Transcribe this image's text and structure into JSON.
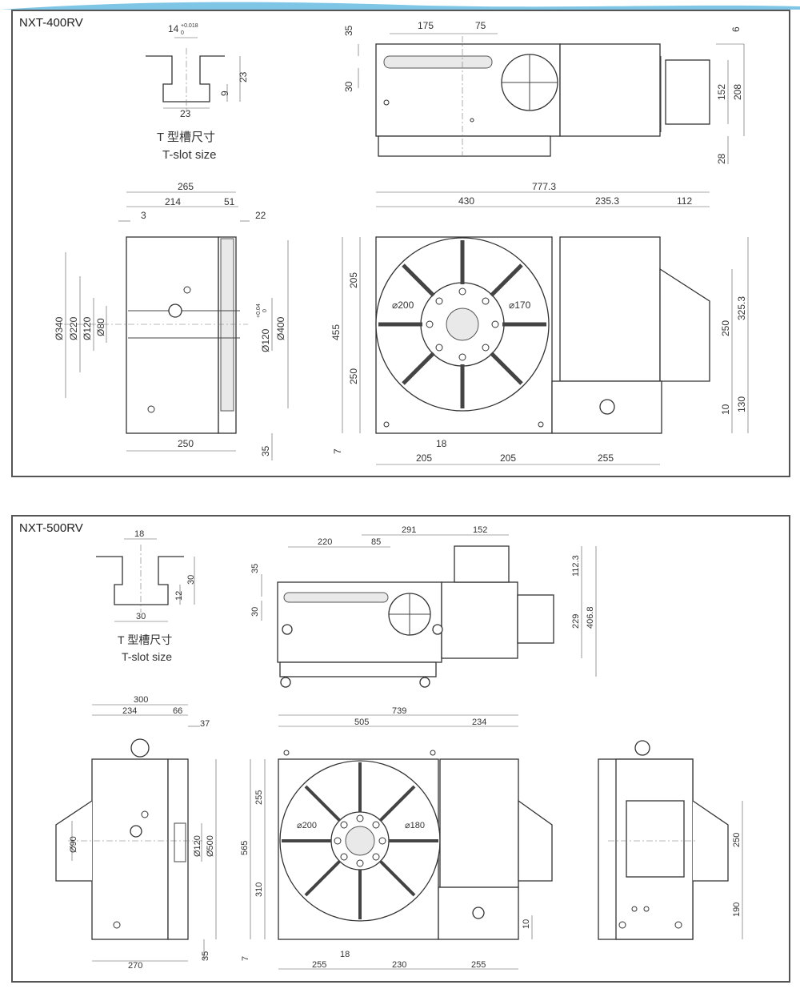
{
  "panels": [
    {
      "title": "NXT-400RV",
      "tslot": {
        "width": "14",
        "tol_upper": "+0.018",
        "tol_lower": "0",
        "base": "23",
        "depth": "23",
        "neck": "9",
        "label_cn": "T 型槽尺寸",
        "label_en": "T-slot size"
      },
      "top": {
        "d35": "35",
        "d175": "175",
        "d75": "75",
        "d30": "30",
        "d6": "6",
        "d152": "152",
        "d208": "208",
        "d28": "28"
      },
      "side": {
        "d265": "265",
        "d214": "214",
        "d51": "51",
        "d3": "3",
        "d22": "22",
        "d340": "Ø340",
        "d220": "Ø220",
        "d120": "Ø120",
        "d80": "Ø80",
        "d120b": "Ø120",
        "d120b_tol": "+0.04",
        "d120b_tol2": "0",
        "d400": "Ø400",
        "d250": "250",
        "d35": "35"
      },
      "front": {
        "d777": "777.3",
        "d430": "430",
        "d235": "235.3",
        "d112": "112",
        "d205v": "205",
        "d455": "455",
        "d250v": "250",
        "d200": "⌀200",
        "d170": "⌀170",
        "d250r": "250",
        "d325": "325.3",
        "d10": "10",
        "d130": "130",
        "d18": "18",
        "d7": "7",
        "d205a": "205",
        "d205b": "205",
        "d255": "255"
      }
    },
    {
      "title": "NXT-500RV",
      "tslot": {
        "width": "18",
        "depth": "30",
        "neck": "12",
        "base": "30",
        "label_cn": "T 型槽尺寸",
        "label_en": "T-slot size"
      },
      "top": {
        "d220": "220",
        "d85": "85",
        "d291": "291",
        "d152": "152",
        "d35": "35",
        "d30": "30",
        "d112": "112.3",
        "d229": "229",
        "d406": "406.8"
      },
      "side": {
        "d300": "300",
        "d234": "234",
        "d66": "66",
        "d37": "37",
        "d90": "Ø90",
        "d120": "Ø120",
        "d500": "Ø500",
        "d270": "270",
        "d35": "35"
      },
      "front": {
        "d739": "739",
        "d505": "505",
        "d234": "234",
        "d255v": "255",
        "d565": "565",
        "d310v": "310",
        "d200": "⌀200",
        "d180": "⌀180",
        "d10": "10",
        "d18": "18",
        "d7": "7",
        "d255a": "255",
        "d230": "230",
        "d255b": "255"
      },
      "rear": {
        "d250": "250",
        "d190": "190"
      }
    }
  ],
  "colors": {
    "accent": "#7fc6e6",
    "border": "#555555"
  }
}
